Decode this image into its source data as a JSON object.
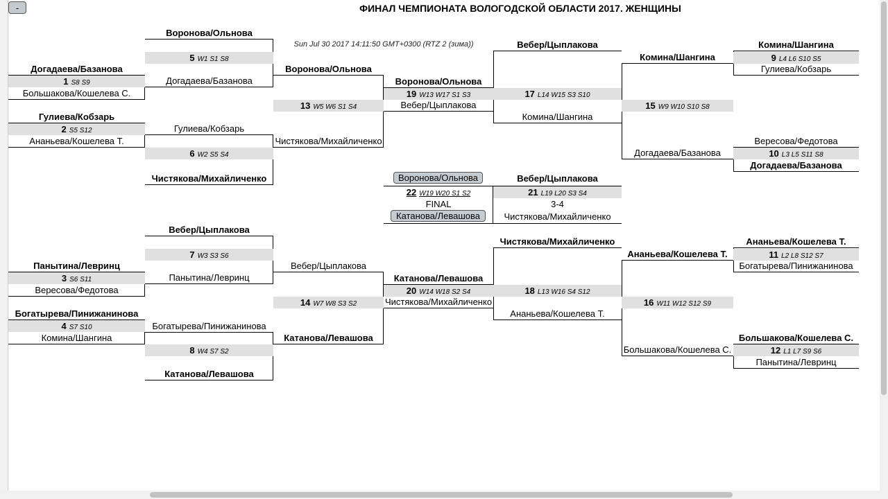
{
  "page": {
    "collapse_label": "-",
    "title": "ФИНАЛ ЧЕМПИОНАТА ВОЛОГОДСКОЙ ОБЛАСТИ 2017. ЖЕНЩИНЫ",
    "timestamp": "Sun Jul 30 2017 14:11:50 GMT+0300 (RTZ 2 (зима))"
  },
  "rows": {
    "r1": "Воронова/Ольнова",
    "r2": "Вебер/Цыплакова",
    "r3": "Комина/Шангина",
    "r4": "Комина/Шангина",
    "r5": "Догадаева/Базанова",
    "r6": "Воронова/Ольнова",
    "r7": "Гулиева/Кобзарь",
    "r8": "Воронова/Ольнова",
    "r9": "Догадаева/Базанова",
    "r10": "Большакова/Кошелева С.",
    "r11": "Вебер/Цыплакова",
    "r12": "Гулиева/Кобзарь",
    "r13": "Комина/Шангина",
    "r14": "Гулиева/Кобзарь",
    "r15": "Ананьева/Кошелева Т.",
    "r16": "Чистякова/Михайличенко",
    "r17": "Вересова/Федотова",
    "r18": "Догадаева/Базанова",
    "r19": "Догадаева/Базанова",
    "r20": "Чистякова/Михайличенко",
    "r21": "Вебер/Цыплакова",
    "r22": "FINAL",
    "r23": "3-4",
    "r24": "Чистякова/Михайличенко",
    "r25": "Вебер/Цыплакова",
    "r26": "Чистякова/Михайличенко",
    "r27": "Ананьева/Кошелева Т.",
    "r28": "Ананьева/Кошелева Т.",
    "r29": "Панытина/Левринц",
    "r30": "Вебер/Цыплакова",
    "r31": "Богатырева/Пинижанинова",
    "r32": "Вересова/Федотова",
    "r33": "Панытина/Левринц",
    "r34": "Катанова/Левашова",
    "r35": "Чистякова/Михайличенко",
    "r36": "Ананьева/Кошелева Т.",
    "r37": "Богатырева/Пинижанинова",
    "r38": "Богатырева/Пинижанинова",
    "r39": "Комина/Шангина",
    "r40": "Катанова/Левашова",
    "r41": "Большакова/Кошелева С.",
    "r42": "Большакова/Кошелева С.",
    "r43": "Панытина/Левринц",
    "r44": "Катанова/Левашова"
  },
  "matches": {
    "m1": {
      "num": "1",
      "code": "S8 S9"
    },
    "m2": {
      "num": "2",
      "code": "S5 S12"
    },
    "m3": {
      "num": "3",
      "code": "S6 S11"
    },
    "m4": {
      "num": "4",
      "code": "S7 S10"
    },
    "m5": {
      "num": "5",
      "code": "W1 S1 S8"
    },
    "m6": {
      "num": "6",
      "code": "W2 S5 S4"
    },
    "m7": {
      "num": "7",
      "code": "W3 S3 S6"
    },
    "m8": {
      "num": "8",
      "code": "W4 S7 S2"
    },
    "m9": {
      "num": "9",
      "code": "L4 L6 S10 S5"
    },
    "m10": {
      "num": "10",
      "code": "L3 L5 S11 S8"
    },
    "m11": {
      "num": "11",
      "code": "L2 L8 S12 S7"
    },
    "m12": {
      "num": "12",
      "code": "L1 L7 S9 S6"
    },
    "m13": {
      "num": "13",
      "code": "W5 W6 S1 S4"
    },
    "m14": {
      "num": "14",
      "code": "W7 W8 S3 S2"
    },
    "m15": {
      "num": "15",
      "code": "W9 W10 S10 S8"
    },
    "m16": {
      "num": "16",
      "code": "W11 W12 S12 S9"
    },
    "m17": {
      "num": "17",
      "code": "L14 W15 S3 S10"
    },
    "m18": {
      "num": "18",
      "code": "L13 W16 S4 S12"
    },
    "m19": {
      "num": "19",
      "code": "W13 W17 S1 S3"
    },
    "m20": {
      "num": "20",
      "code": "W14 W18 S2 S4"
    },
    "m21": {
      "num": "21",
      "code": "L19 L20 S3 S4"
    },
    "m22": {
      "num": "22",
      "code": "W19 W20 S1 S2"
    }
  }
}
